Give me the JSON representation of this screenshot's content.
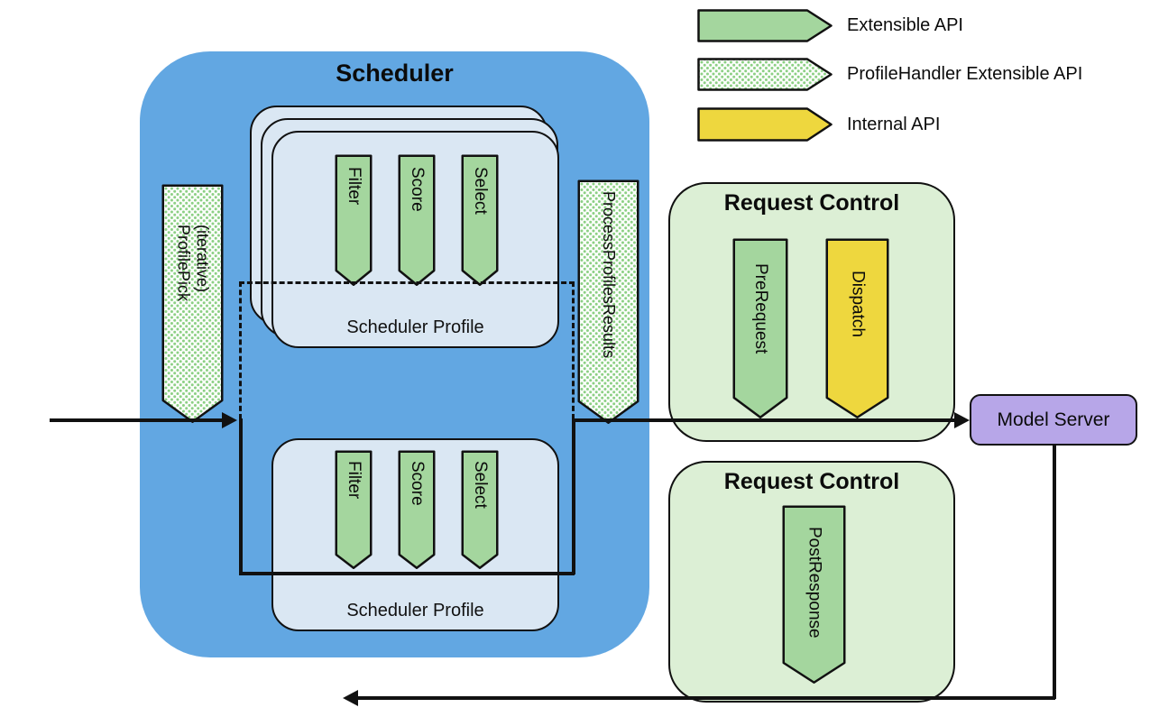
{
  "legend": {
    "items": [
      {
        "label": "Extensible API",
        "style": "green"
      },
      {
        "label": "ProfileHandler Extensible API",
        "style": "green-dotted"
      },
      {
        "label": "Internal API",
        "style": "yellow"
      }
    ]
  },
  "scheduler": {
    "title": "Scheduler",
    "profile_pick": {
      "line1": "ProfilePick",
      "line2": "(iterative)"
    },
    "process_results_label": "ProcessProfilesResults",
    "top_profile": {
      "label": "Scheduler Profile",
      "arrows": [
        "Filter",
        "Score",
        "Select"
      ]
    },
    "bottom_profile": {
      "label": "Scheduler Profile",
      "arrows": [
        "Filter",
        "Score",
        "Select"
      ]
    }
  },
  "request_control_top": {
    "title": "Request Control",
    "arrows": [
      {
        "label": "PreRequest",
        "style": "green"
      },
      {
        "label": "Dispatch",
        "style": "yellow"
      }
    ]
  },
  "request_control_bottom": {
    "title": "Request Control",
    "arrows": [
      {
        "label": "PostResponse",
        "style": "green"
      }
    ]
  },
  "model_server": {
    "label": "Model Server"
  },
  "colors": {
    "scheduler_blue": "#62a7e2",
    "profile_card_blue": "#dae7f3",
    "request_control_green": "#dcefd5",
    "green_arrow": "#a4d69e",
    "yellow_arrow": "#eed73e",
    "model_server_purple": "#b7a6e8",
    "outline_black": "#111111",
    "pattern_dot_green": "#8cd084"
  }
}
